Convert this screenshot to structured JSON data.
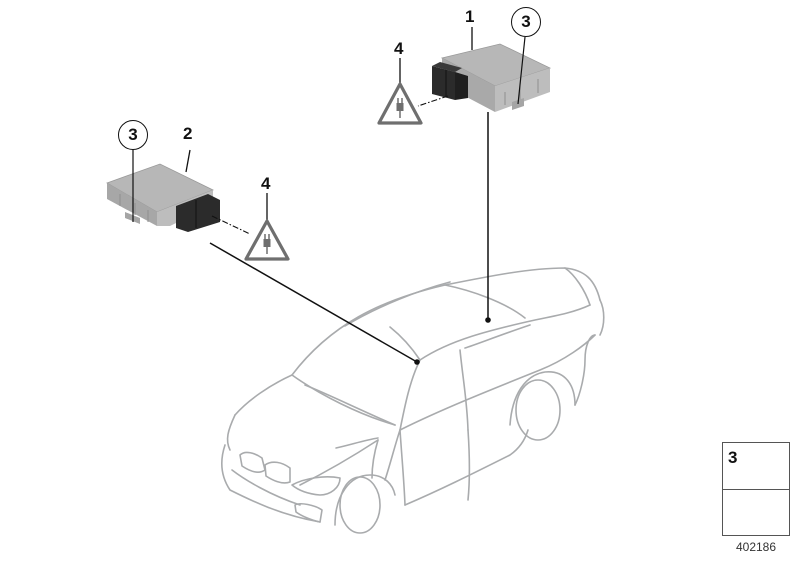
{
  "diagram": {
    "type": "parts-catalog-illustration",
    "diagram_id": "402186",
    "colors": {
      "outline_gray": "#a9abad",
      "module_top": "#b4b4b4",
      "module_side": "#9e9e9e",
      "connector": "#2b2b2b",
      "leader_line": "#111111",
      "background": "#ffffff"
    },
    "callouts": {
      "part1": "1",
      "part2": "2",
      "part3_top": "3",
      "part3_left": "3",
      "part4_top": "4",
      "part4_left": "4"
    },
    "parts": [
      {
        "number": "1",
        "description": "control module (rear, roof area)"
      },
      {
        "number": "2",
        "description": "control module (front, A-pillar area)"
      },
      {
        "number": "3",
        "description": "nut (mounting hardware)"
      },
      {
        "number": "4",
        "description": "electrical connector warning symbol"
      }
    ],
    "legend": {
      "item_number": "3",
      "item_icon": "hex-flange-nut-icon",
      "arrow_icon": "view-direction-arrow-icon"
    }
  }
}
